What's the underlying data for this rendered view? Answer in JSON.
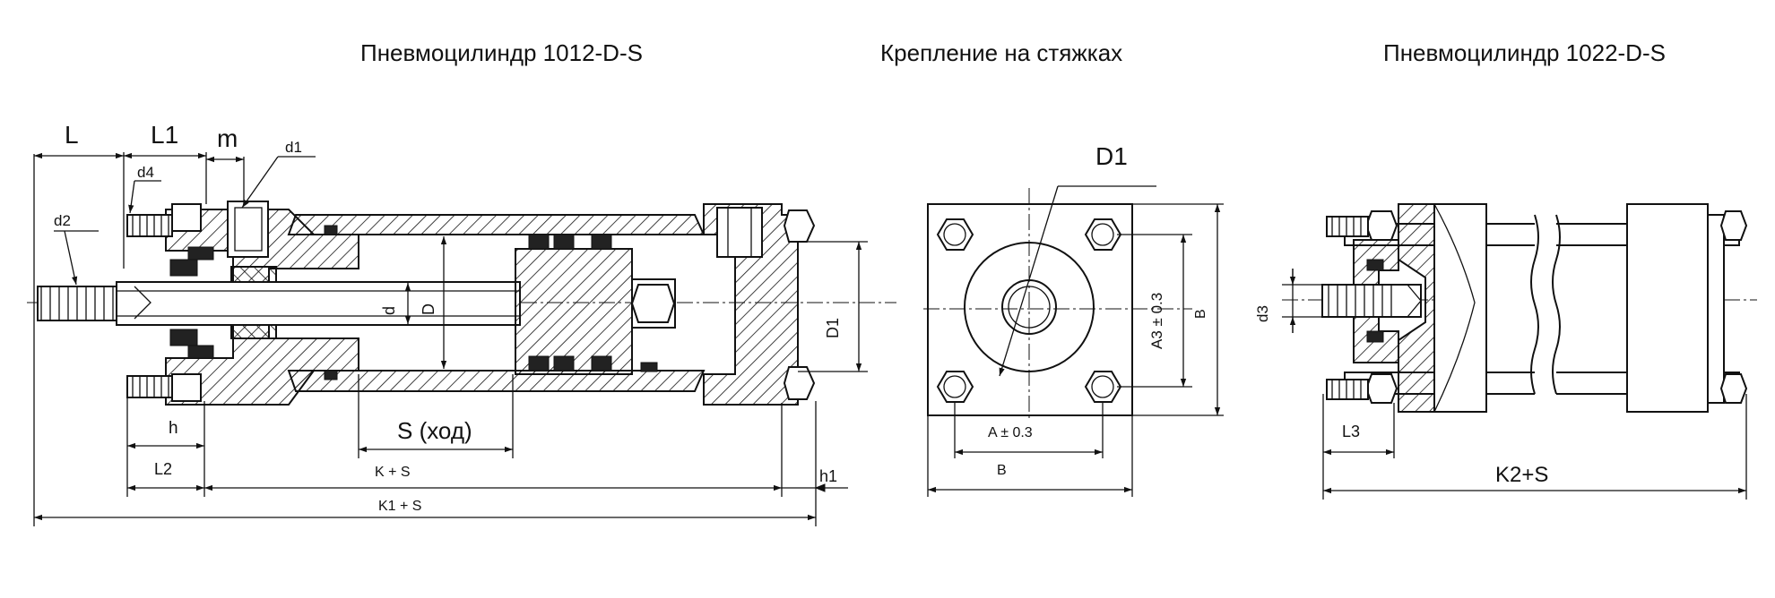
{
  "titles": {
    "left": "Пневмоцилиндр 1012-D-S",
    "middle": "Крепление на стяжках",
    "right": "Пневмоцилиндр 1022-D-S"
  },
  "labels": {
    "L": "L",
    "L1": "L1",
    "m": "m",
    "d1": "d1",
    "d4": "d4",
    "d2": "d2",
    "d": "d",
    "D": "D",
    "D1_left": "D1",
    "h": "h",
    "L2": "L2",
    "S": "S (ход)",
    "KS": "K + S",
    "K1S": "K1 + S",
    "h1": "h1",
    "D1_mid": "D1",
    "A3": "A3 ± 0.3",
    "B_vert": "B",
    "A": "A ± 0.3",
    "B_horiz": "B",
    "d3": "d3",
    "L3": "L3",
    "K2S": "K2+S"
  }
}
